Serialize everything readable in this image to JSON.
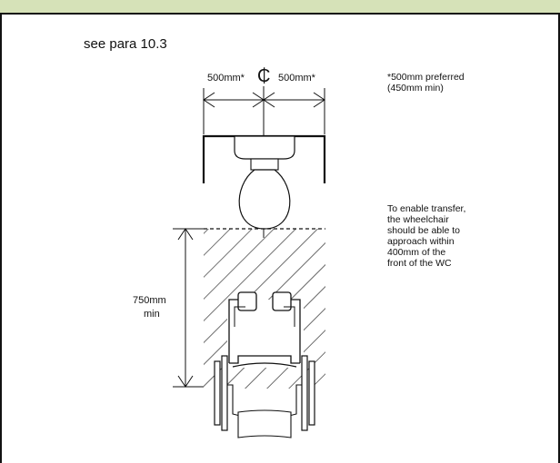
{
  "reference": "see para 10.3",
  "dimensions": {
    "left_width": "500mm*",
    "right_width": "500mm*",
    "centreline_symbol": "₵",
    "depth_value": "750mm",
    "depth_qualifier": "min"
  },
  "notes": {
    "preferred": "*500mm preferred\n(450mm min)",
    "transfer": "To enable transfer,\nthe wheelchair\nshould be able to\napproach within\n400mm of the\nfront of the WC"
  },
  "colors": {
    "band": "#d6e2b8",
    "ink": "#111111"
  }
}
